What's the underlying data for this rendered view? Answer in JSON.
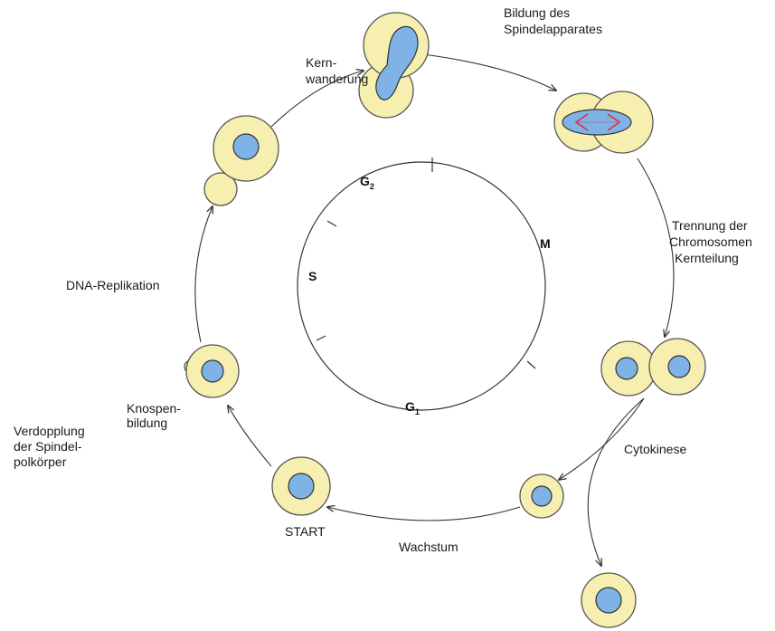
{
  "labels": {
    "kernwanderung_1": "Kern-",
    "kernwanderung_2": "wanderung",
    "spindel_1": "Bildung des",
    "spindel_2": "Spindelapparates",
    "trennung_1": "Trennung der",
    "trennung_2": "Chromosomen",
    "trennung_3": "Kernteilung",
    "cytokinese": "Cytokinese",
    "wachstum": "Wachstum",
    "start": "START",
    "knospen_1": "Knospen-",
    "knospen_2": "bildung",
    "verdopplung_1": "Verdopplung",
    "verdopplung_2": "der Spindel-",
    "verdopplung_3": "polkörper",
    "dna": "DNA-Replikation"
  },
  "phases": {
    "g2_main": "G",
    "g2_sub": "2",
    "m": "M",
    "s": "S",
    "g1_main": "G",
    "g1_sub": "1"
  },
  "colors": {
    "cytoplasm": "#f7efb0",
    "nucleus": "#7fb3e6",
    "spindle": "#e0304a"
  }
}
